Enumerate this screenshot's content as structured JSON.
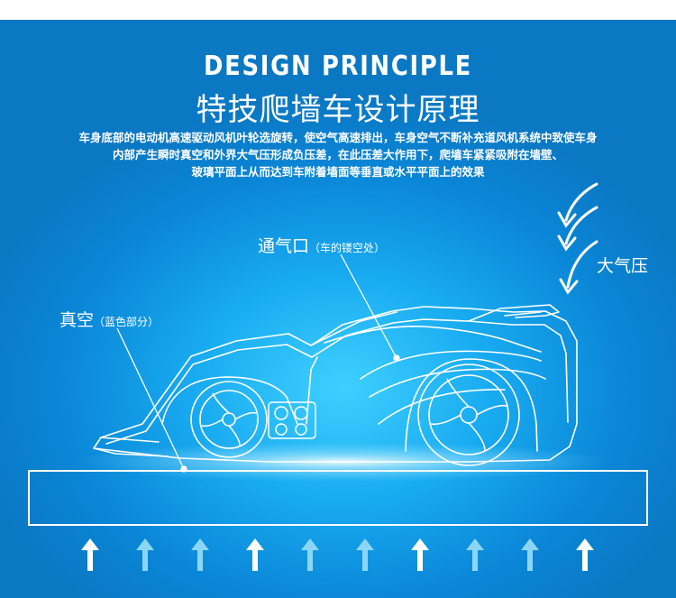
{
  "header": {
    "title_en": "DESIGN PRINCIPLE",
    "title_cn": "特技爬墙车设计原理",
    "description": [
      "车身底部的电动机高速驱动风机叶轮选旋转，使空气高速排出，车身空气不断补充道风机系统中致使车身",
      "内部产生瞬时真空和外界大气压形成负压差，在此压差大作用下，爬墙车紧紧吸附在墙壁、",
      "玻璃平面上从而达到车附着墙面等垂直或水平平面上的效果"
    ]
  },
  "labels": {
    "vent": "通气口",
    "vent_note": "（车的镂空处）",
    "vacuum": "真空",
    "vacuum_note": "（蓝色部分）",
    "atmospheric_pressure": "大气压"
  },
  "arrows": {
    "colors": {
      "bright": "#ffffff",
      "dim": "#8cd6f5"
    },
    "pattern": [
      "bright",
      "dim",
      "dim",
      "bright",
      "dim",
      "dim",
      "bright",
      "dim",
      "dim",
      "bright"
    ]
  },
  "icons": {
    "car": "wall-climbing-car-outline",
    "pressure_arrows": "curved-arrow-down",
    "up_arrow": "up-arrow"
  }
}
